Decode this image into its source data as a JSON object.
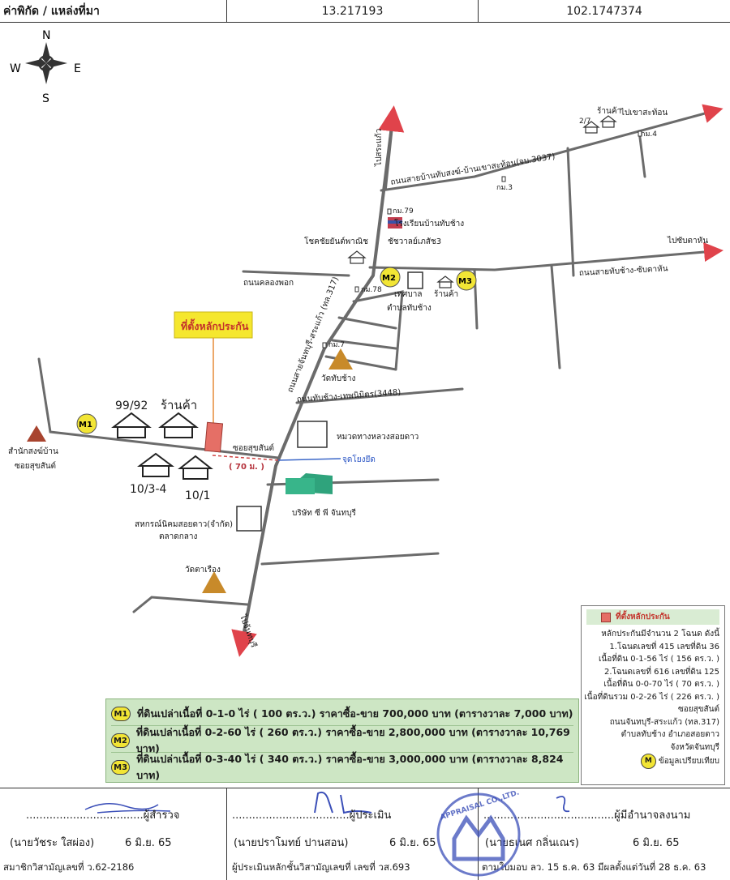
{
  "header": {
    "label": "ค่าพิกัด / แหล่งที่มา",
    "lat": "13.217193",
    "lon": "102.1747374"
  },
  "compass": {
    "n": "N",
    "s": "S",
    "e": "E",
    "w": "W"
  },
  "map_labels": {
    "to_prakaeo": "ไปสระแก้ว",
    "to_chanthaburi": "ไปจันทบุรี",
    "to_khao_sa_thon": "ไปเขาสะท้อน",
    "to_chanthaburi_right": "ไปซับตาหัน",
    "road_north": "ถนนสายบ้านทับสงฆ์-บ้านเขาสะท้อน(จบ.3037)",
    "road_east": "ถนนสายทับช้าง-ซับตาหัน",
    "road_khlong_phok": "ถนนคลองพอก",
    "road_main": "ถนนสายจันทบุรี-สระแก้ว (ทล.317)",
    "road_thap_chang": "ถนนทับช้าง-เทพนิมิตร(3448)",
    "soi_sukhasan": "ซอยสุขสันต์",
    "km_79": "กม.79",
    "km_78": "กม.78",
    "km_7": "กม.7",
    "km_3": "กม.3",
    "km_4": "กม.4",
    "school": "โรงเรียนบ้านทับช้าง",
    "hospital": "ชัชวาลย์เภสัช3",
    "shop_chokchai": "โชคชัยยันต์พาณิช",
    "shop_top_right": "ร้านค้า",
    "house_27": "2/7",
    "municipality": "เทศบาล",
    "municipality2": "ตำบลทับช้าง",
    "shop_m3": "ร้านค้า",
    "temple_thap_chang": "วัดทับช้าง",
    "highway_dept": "หมวดทางหลวงสอยดาว",
    "reference_point": "จุดโยงยึด",
    "distance": "( 70 ม. )",
    "company": "บริษัท ซี พี จันทบุรี",
    "coop_line1": "สหกรณ์นิคมสอยดาว(จำกัด)",
    "coop_line2": "ตลาดกลาง",
    "temple_rueang": "วัดตาเรือง",
    "village_office1": "สำนักสงฆ์บ้าน",
    "village_office2": "ซอยสุขสันต์",
    "house_9992": "99/92",
    "shop_near": "ร้านค้า",
    "house_1034": "10/3-4",
    "house_101": "10/1",
    "collateral_callout": "ที่ตั้งหลักประกัน",
    "m1": "M1",
    "m2": "M2",
    "m3": "M3"
  },
  "legend": {
    "title": "ที่ตั้งหลักประกัน",
    "lines": [
      "หลักประกันมีจำนวน 2 โฉนด ดังนี้",
      "1.โฉนดเลขที่ 415 เลขที่ดิน 36",
      "เนื้อที่ดิน 0-1-56 ไร่ ( 156 ตร.ว. )",
      "2.โฉนดเลขที่ 616 เลขที่ดิน 125",
      "เนื้อที่ดิน 0-0-70 ไร่ ( 70 ตร.ว. )",
      "เนื้อที่ดินรวม 0-2-26 ไร่ ( 226 ตร.ว. )",
      "ซอยสุขสันต์",
      "ถนนจันทบุรี-สระแก้ว (ทล.317)",
      "ตำบลทับช้าง อำเภอสอยดาว",
      "จังหวัดจันทบุรี"
    ],
    "m_label": "M",
    "comparison": "ข้อมูลเปรียบเทียบ"
  },
  "comparables": [
    {
      "id": "M1",
      "text": "ที่ดินเปล่าเนื้อที่ 0-1-0 ไร่ ( 100 ตร.ว.) ราคาซื้อ-ขาย 700,000 บาท (ตารางวาละ 7,000 บาท)",
      "area_sqwa": 100,
      "price_thb": 700000,
      "per_sqwa_thb": 7000
    },
    {
      "id": "M2",
      "text": "ที่ดินเปล่าเนื้อที่ 0-2-60 ไร่ ( 260 ตร.ว.) ราคาซื้อ-ขาย 2,800,000 บาท (ตารางวาละ 10,769 บาท)",
      "area_sqwa": 260,
      "price_thb": 2800000,
      "per_sqwa_thb": 10769
    },
    {
      "id": "M3",
      "text": "ที่ดินเปล่าเนื้อที่ 0-3-40 ไร่ ( 340 ตร.ว.) ราคาซื้อ-ขาย 3,000,000 บาท (ตารางวาละ 8,824 บาท)",
      "area_sqwa": 340,
      "price_thb": 3000000,
      "per_sqwa_thb": 8824
    }
  ],
  "footer": {
    "col1": {
      "line": "...................................ผู้สำรวจ",
      "name": "(นายวัชระ ใสผ่อง)",
      "date": "6 มิ.ย. 65",
      "member": "สมาชิกวิสามัญเลขที่ ว.62-2186"
    },
    "col2": {
      "line": "...................................ผู้ประเมิน",
      "name": "(นายปราโมทย์ ปานสอน)",
      "date": "6 มิ.ย. 65",
      "member": "ผู้ประเมินหลักชั้นวิสามัญเลขที่ เลขที่ วส.693"
    },
    "col3": {
      "line": ".......................................ผู้มีอำนาจลงนาม",
      "name": "(นายธเนศ กลิ่นเณร)",
      "date": "6 มิ.ย. 65",
      "member": "ตามใบมอบ ลว. 15 ธ.ค. 63 มีผลตั้งแต่วันที่ 28 ธ.ค. 63"
    }
  },
  "stamp_text": "APPRAISAL CO.,LTD.",
  "colors": {
    "road": "#6b6b6b",
    "arrow": "#e0434b",
    "callout": "#f5e72e",
    "collateral": "#e56f66",
    "marker": "#f2e535",
    "table_bg": "#cde6c4"
  }
}
